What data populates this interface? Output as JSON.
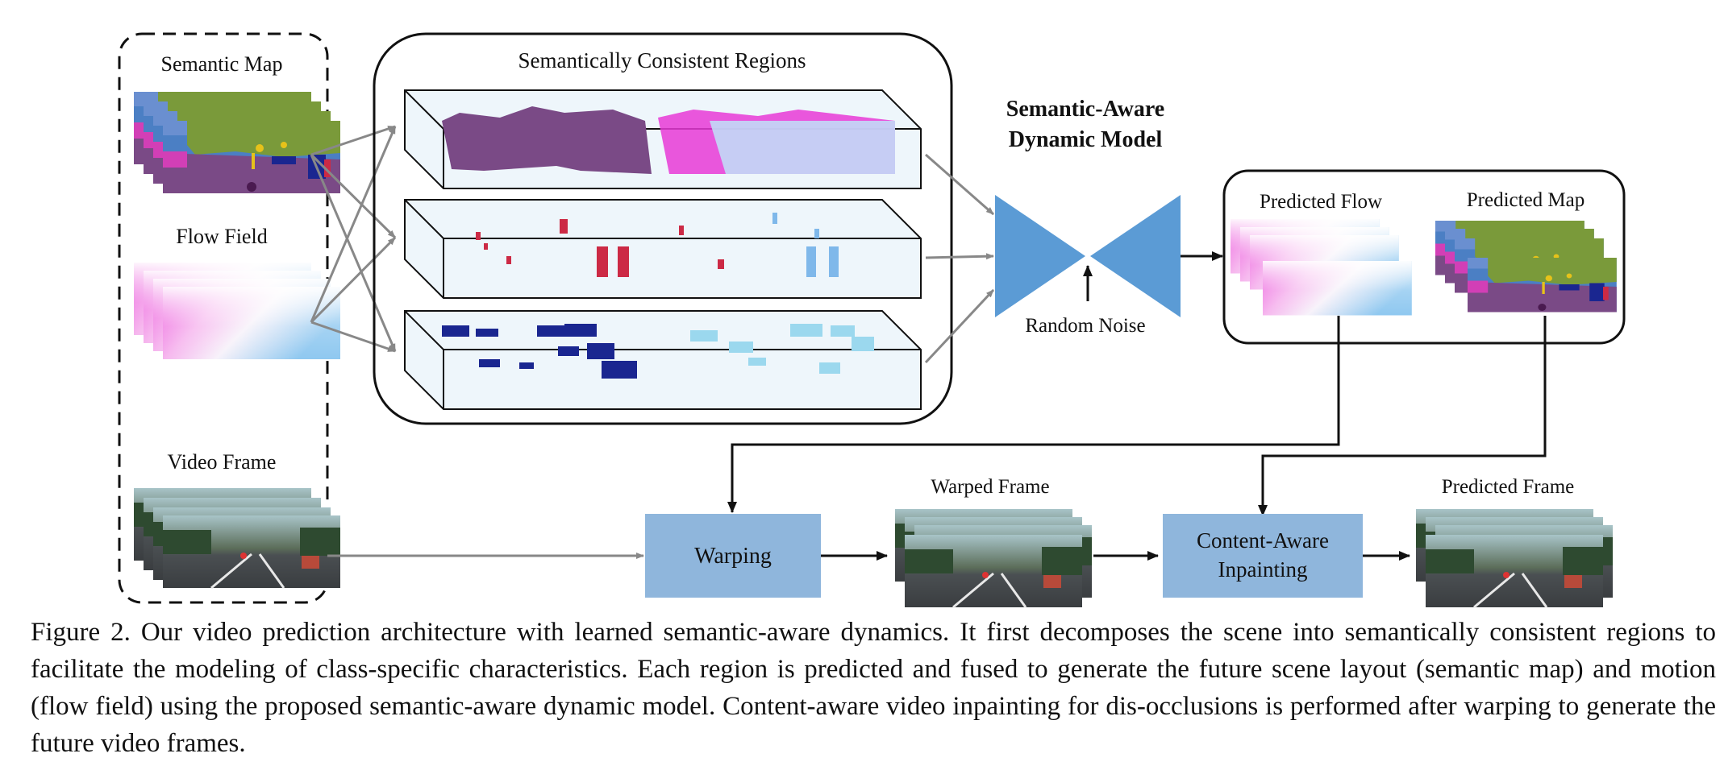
{
  "figure": {
    "inputs": {
      "semantic_map": "Semantic Map",
      "flow_field": "Flow Field",
      "video_frame": "Video Frame"
    },
    "regions_title": "Semantically Consistent Regions",
    "model_title_line1": "Semantic-Aware",
    "model_title_line2": "Dynamic Model",
    "random_noise": "Random Noise",
    "outputs": {
      "predicted_flow": "Predicted Flow",
      "predicted_map": "Predicted Map"
    },
    "warping": "Warping",
    "warped_frame": "Warped Frame",
    "inpainting_line1": "Content-Aware",
    "inpainting_line2": "Inpainting",
    "predicted_frame": "Predicted Frame",
    "colors": {
      "block_fill": "#8fb6dc",
      "hourglass": "#5b9bd5",
      "arrow_gray": "#888888",
      "panel_fill": "#eef6fb",
      "semantic_purple": "#7a4a86",
      "semantic_sky": "#4b7fc4",
      "semantic_green": "#7a9a3a",
      "flow_magenta": "#e83ad6",
      "flow_blue": "#8fc8f0",
      "person_red": "#cc2a45",
      "car_navy": "#1a2690",
      "car_cyan": "#9bd8ee"
    }
  },
  "caption": {
    "label": "Figure 2.",
    "text": "Our video prediction architecture with learned semantic-aware dynamics. It first decomposes the scene into semantically consistent regions to facilitate the modeling of class-specific characteristics. Each region is predicted and fused to generate the future scene layout (semantic map) and motion (flow field) using the proposed semantic-aware dynamic model. Content-aware video inpainting for dis-occlusions is performed after warping to generate the future video frames."
  }
}
